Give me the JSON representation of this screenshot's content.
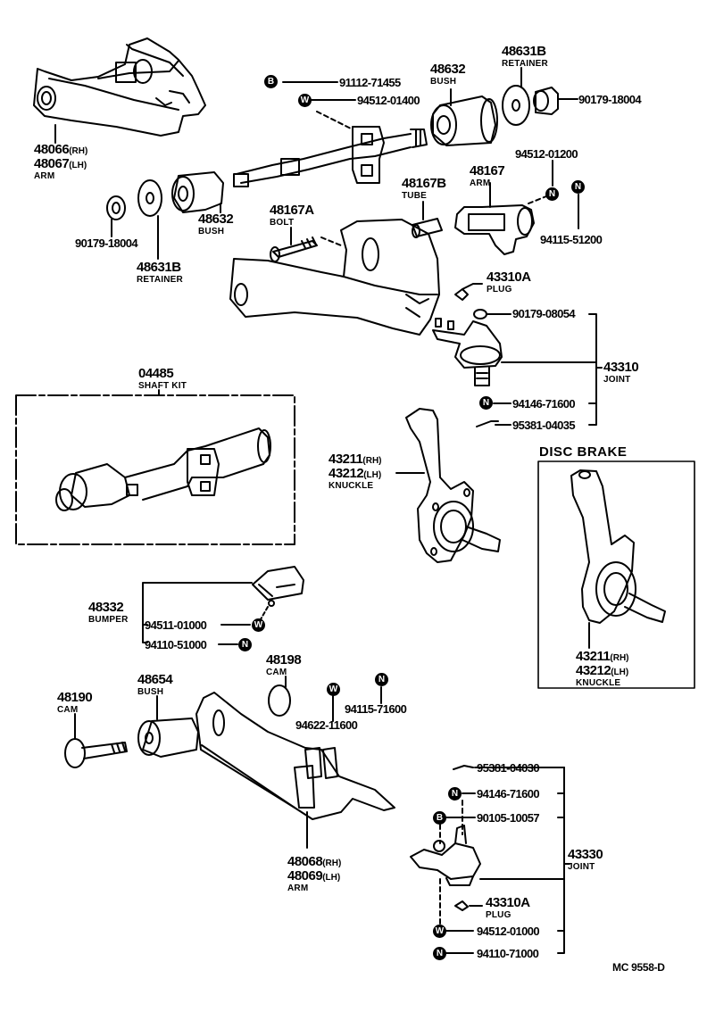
{
  "diagram": {
    "title": "Front Suspension Arm & Knuckle Parts Diagram",
    "footer_code": "MC  9558-D",
    "disc_brake_section_title": "DISC BRAKE",
    "symbols": {
      "B": "B",
      "W": "W",
      "N": "N"
    },
    "parts": {
      "upper_arm": {
        "number_rh": "48066",
        "number_lh": "48067",
        "rh": "(RH)",
        "lh": "(LH)",
        "name": "ARM"
      },
      "bolt_91112": {
        "number": "91112-71455"
      },
      "washer_94512_01400": {
        "number": "94512-01400"
      },
      "bush_upper_right": {
        "number": "48632",
        "name": "BUSH"
      },
      "retainer_upper_right": {
        "number": "48631B",
        "name": "RETAINER"
      },
      "nut_upper_right": {
        "number": "90179-18004"
      },
      "washer_94512_01200": {
        "number": "94512-01200"
      },
      "arm_48167": {
        "number": "48167",
        "name": "ARM"
      },
      "tube_48167b": {
        "number": "48167B",
        "name": "TUBE"
      },
      "nut_94115_51200": {
        "number": "94115-51200"
      },
      "bolt_48167a": {
        "number": "48167A",
        "name": "BOLT"
      },
      "bush_upper_left": {
        "number": "48632",
        "name": "BUSH"
      },
      "nut_upper_left": {
        "number": "90179-18004"
      },
      "retainer_upper_left": {
        "number": "48631B",
        "name": "RETAINER"
      },
      "plug_upper": {
        "number": "43310A",
        "name": "PLUG"
      },
      "upper_joint": {
        "number": "43310",
        "name": "JOINT",
        "components": [
          "90179-08054",
          "94146-71600",
          "95381-04035"
        ]
      },
      "shaft_kit": {
        "number": "04485",
        "name": "SHAFT KIT"
      },
      "knuckle": {
        "number_rh": "43211",
        "number_lh": "43212",
        "rh": "(RH)",
        "lh": "(LH)",
        "name": "KNUCKLE"
      },
      "knuckle_disc": {
        "number_rh": "43211",
        "number_lh": "43212",
        "rh": "(RH)",
        "lh": "(LH)",
        "name": "KNUCKLE"
      },
      "bumper": {
        "number": "48332",
        "name": "BUMPER",
        "components": [
          "94511-01000",
          "94110-51000"
        ]
      },
      "cam_48198": {
        "number": "48198",
        "name": "CAM"
      },
      "washer_94622": {
        "number": "94622-11600"
      },
      "nut_94115_71600": {
        "number": "94115-71600"
      },
      "cam_48190": {
        "number": "48190",
        "name": "CAM"
      },
      "bush_48654": {
        "number": "48654",
        "name": "BUSH"
      },
      "lower_arm": {
        "number_rh": "48068",
        "number_lh": "48069",
        "rh": "(RH)",
        "lh": "(LH)",
        "name": "ARM"
      },
      "lower_joint": {
        "number": "43330",
        "name": "JOINT",
        "components": [
          "95381-04030",
          "94146-71600",
          "90105-10057",
          "94512-01000",
          "94110-71000"
        ]
      },
      "plug_lower": {
        "number": "43310A",
        "name": "PLUG"
      }
    }
  }
}
